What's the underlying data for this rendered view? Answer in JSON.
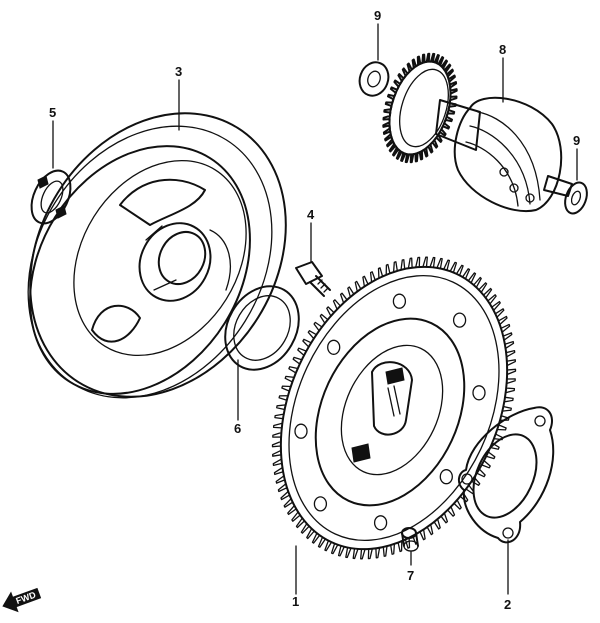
{
  "callouts": [
    {
      "id": "p1",
      "number": "1"
    },
    {
      "id": "p2",
      "number": "2"
    },
    {
      "id": "p3",
      "number": "3"
    },
    {
      "id": "p4",
      "number": "4"
    },
    {
      "id": "p5",
      "number": "5"
    },
    {
      "id": "p6",
      "number": "6"
    },
    {
      "id": "p7",
      "number": "7"
    },
    {
      "id": "p8",
      "number": "8"
    },
    {
      "id": "p9a",
      "number": "9"
    },
    {
      "id": "p9b",
      "number": "9"
    }
  ],
  "direction_arrow": {
    "label": "FWD",
    "icon": "forward-arrow-icon"
  }
}
